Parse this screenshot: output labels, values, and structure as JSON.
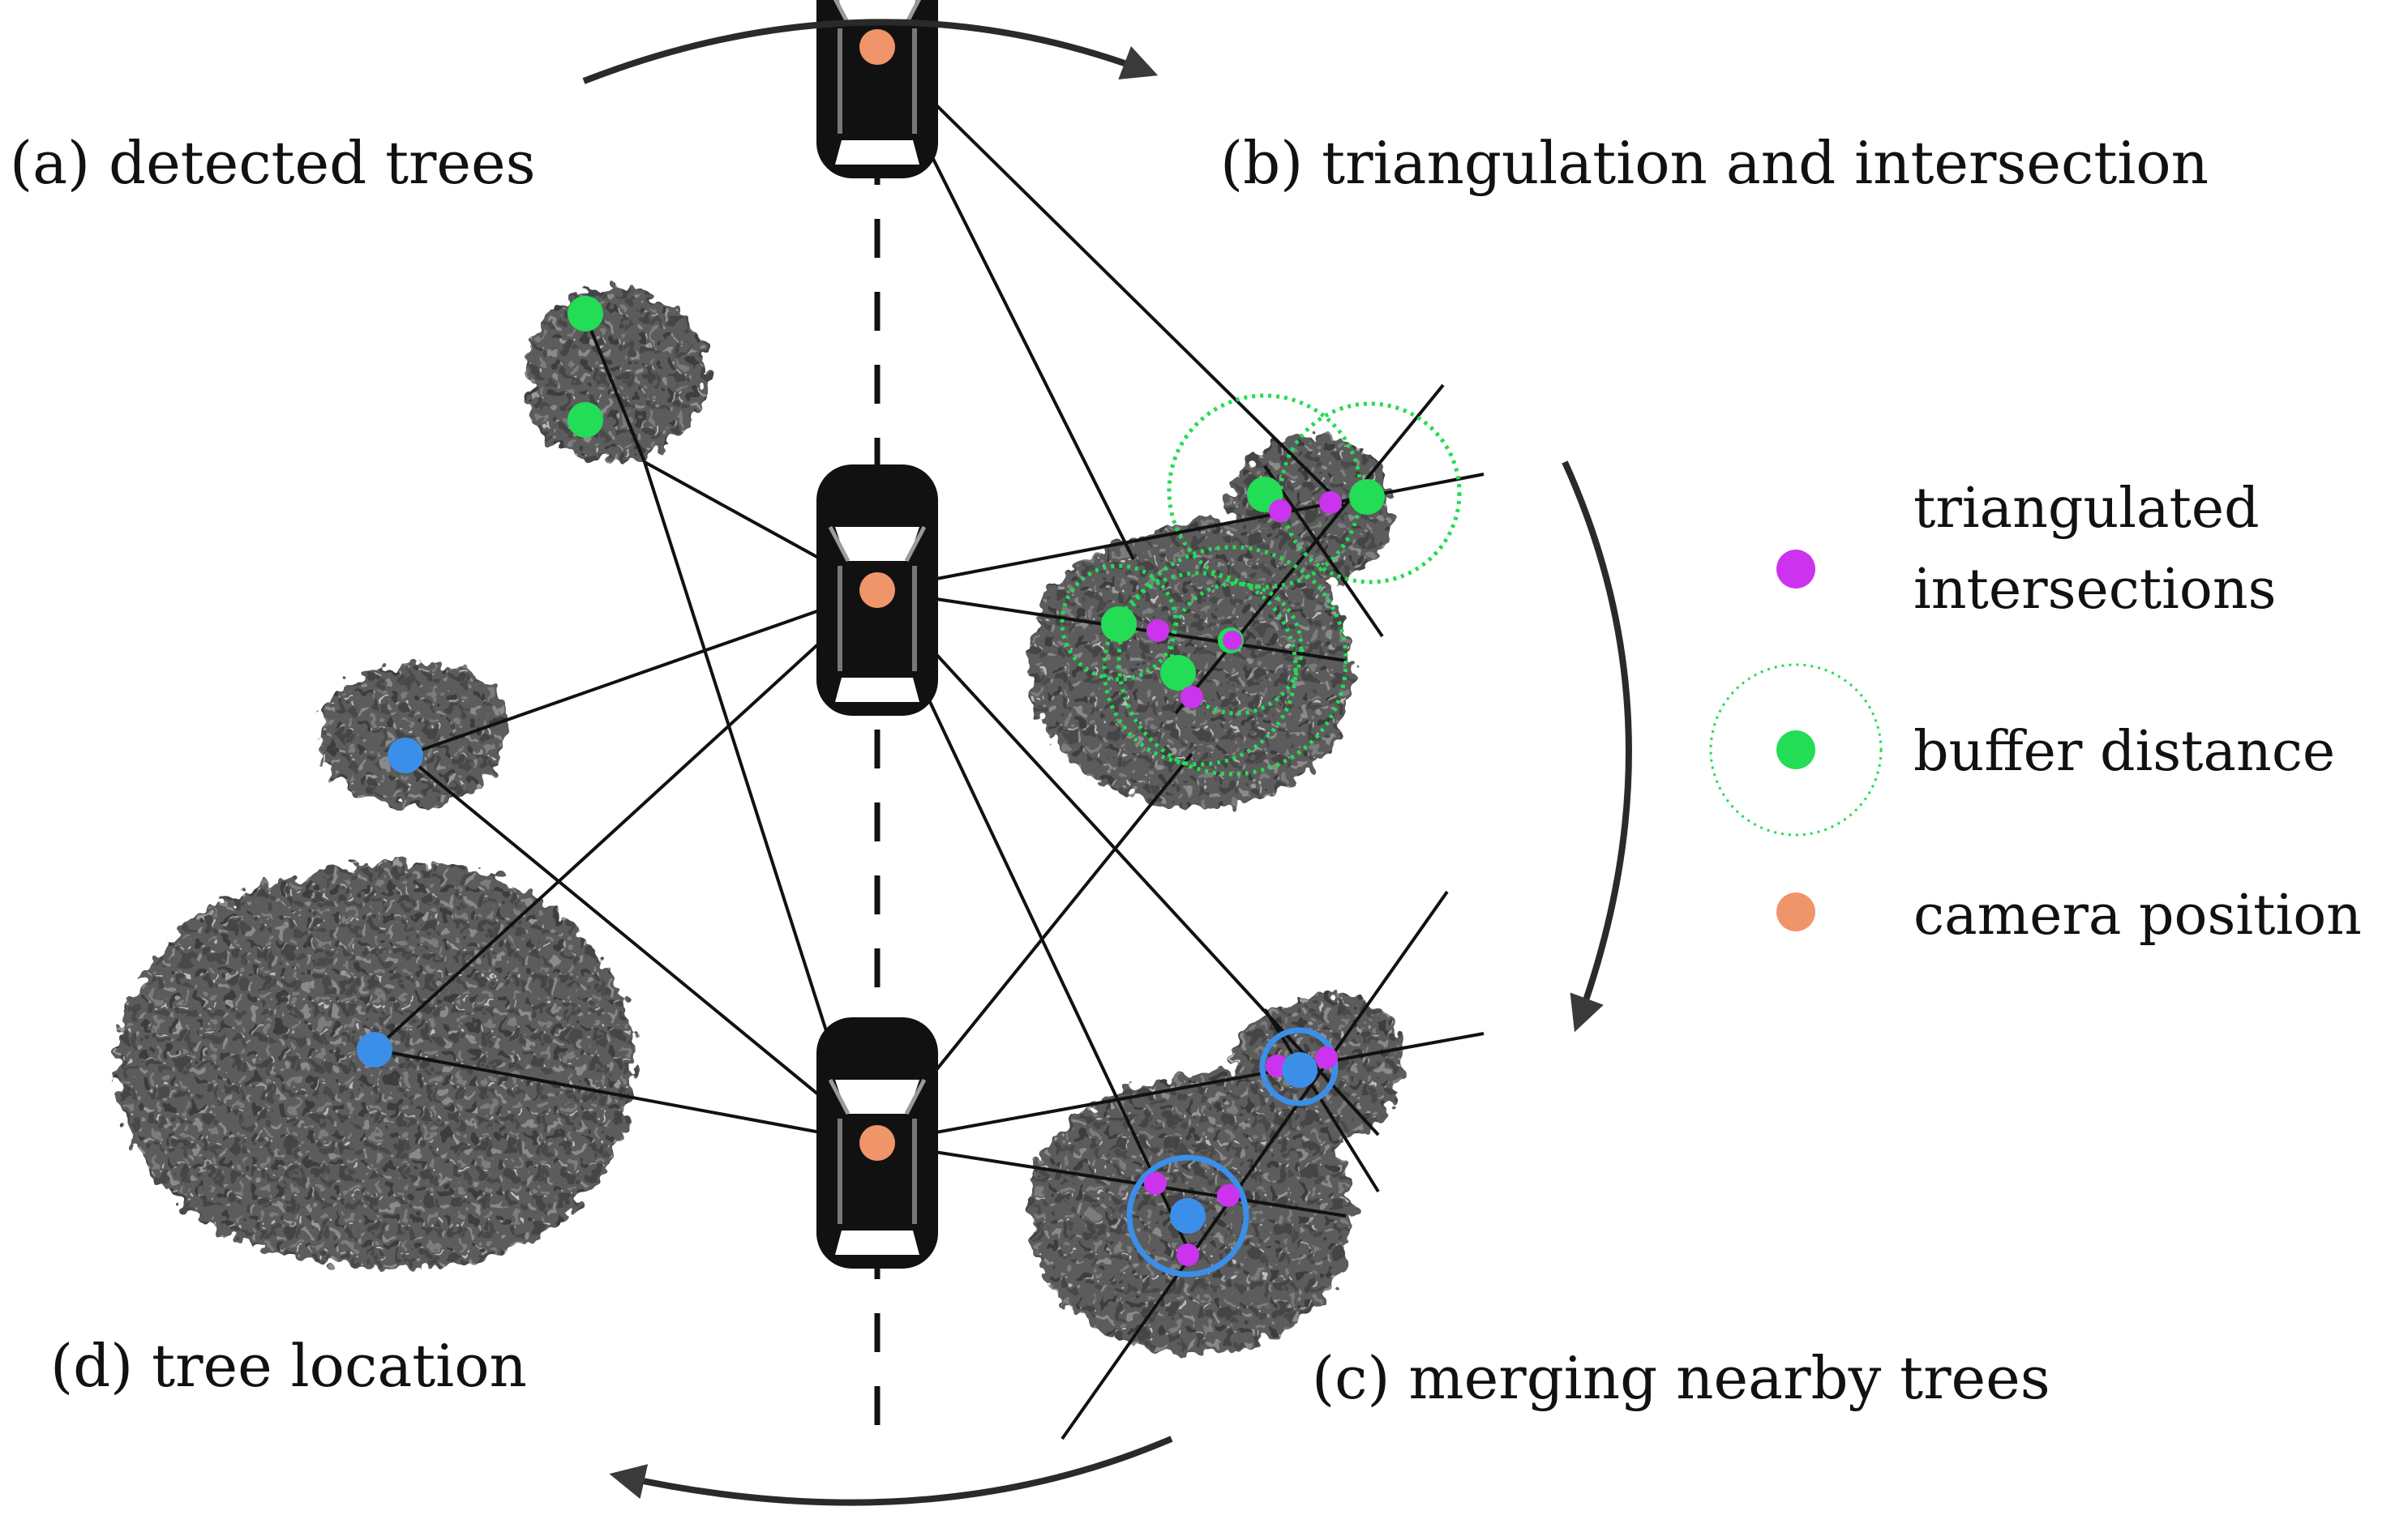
{
  "labels": {
    "a": "(a) detected trees",
    "b": "(b) triangulation and intersection",
    "c": "(c) merging nearby trees",
    "d": "(d) tree location"
  },
  "legend": {
    "intersections_line1": "triangulated",
    "intersections_line2": "intersections",
    "buffer": "buffer distance",
    "camera": "camera position"
  },
  "colors": {
    "intersection": "#cc33ee",
    "buffer": "#22dd55",
    "camera": "#f0956a",
    "tree_location": "#3b8fe8",
    "tree_canopy": "#5f5f5f",
    "car": "#111111"
  },
  "icons": [
    "car-icon",
    "tree-canopy",
    "curved-arrow"
  ]
}
